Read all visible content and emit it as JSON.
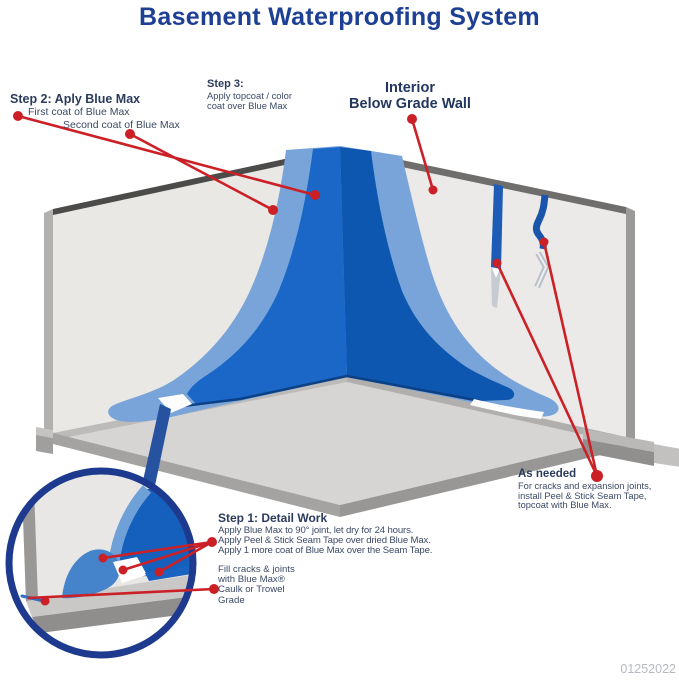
{
  "title": "Basement Waterproofing System",
  "labels": {
    "step2": {
      "heading": "Step 2: Aply Blue Max",
      "line1": "First coat of Blue Max",
      "line2": "Second coat of Blue Max"
    },
    "step3": {
      "heading": "Step 3:",
      "body": "Apply topcoat / color\ncoat over Blue Max"
    },
    "interior": {
      "line1": "Interior",
      "line2": "Below Grade Wall"
    },
    "as_needed": {
      "heading": "As needed",
      "body": "For cracks and expansion joints,\ninstall Peel & Stick Seam Tape,\ntopcoat with Blue Max."
    },
    "step1": {
      "heading": "Step 1: Detail Work",
      "body": "Apply Blue Max to 90° joint, let dry for 24 hours.\nApply Peel & Stick Seam Tape over dried Blue Max.\nApply 1 more coat of Blue Max over the Seam Tape."
    },
    "fill_cracks": {
      "body": "Fill cracks & joints\nwith Blue Max®\nCaulk or Trowel\nGrade"
    },
    "doc_code": "01252022"
  },
  "colors": {
    "title_navy": "#1d3f94",
    "label_navy": "#2b3b5d",
    "leader_red": "#cb2026",
    "coat_light_blue": "#78a4d9",
    "coat_dark_blue_left": "#1a67c8",
    "coat_dark_blue_right": "#0e57b0",
    "ring_navy": "#1d3a8e",
    "wall_gray": "#e9e8e5",
    "floor_gray": "#d6d5d3"
  }
}
